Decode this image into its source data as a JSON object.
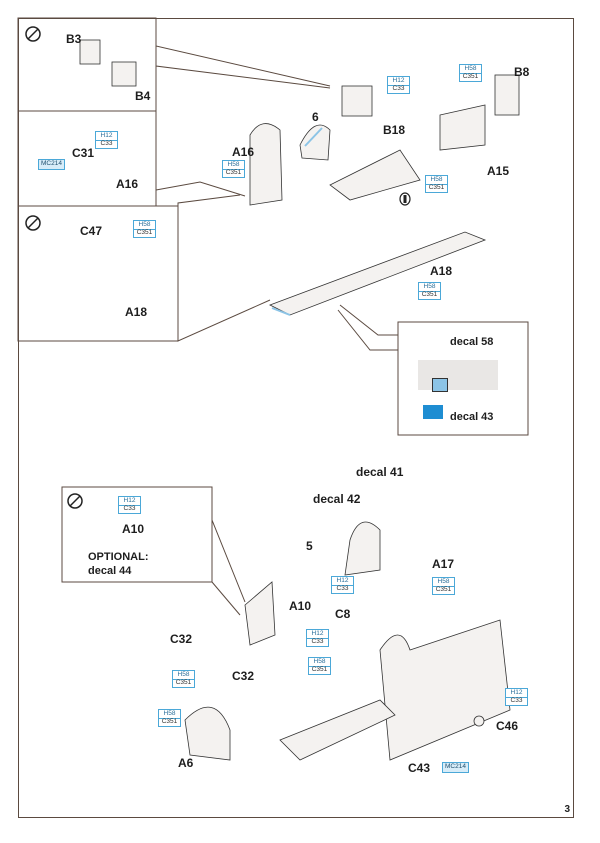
{
  "page": {
    "number": "3"
  },
  "symbols": {
    "glue_prohibited_icon": "no-glue-icon"
  },
  "colors": {
    "paint_box_border": "#4ba8d8",
    "frame": "#5b4a40",
    "accent_blue": "#8cc4e6"
  },
  "insets": {
    "top_left": {
      "parts": [
        "B3",
        "B4"
      ]
    },
    "middle_left": {
      "parts": [
        "C31",
        "A16"
      ],
      "codes": [
        {
          "h": "H12",
          "c": "C33"
        }
      ],
      "single_code": "MC214"
    },
    "lower_left": {
      "parts": [
        "C47",
        "A18"
      ],
      "codes": [
        {
          "h": "H58",
          "c": "C351"
        }
      ]
    },
    "decal_detail": {
      "labels": [
        "decal 58",
        "decal 43"
      ]
    },
    "bottom_left": {
      "part": "A10",
      "code": {
        "h": "H12",
        "c": "C33"
      },
      "optional_title": "OPTIONAL:",
      "optional_text": "decal 44"
    }
  },
  "upper_assembly": {
    "labels": {
      "a16": "A16",
      "six": "6",
      "b18": "B18",
      "b8": "B8",
      "a15": "A15",
      "a18": "A18"
    },
    "codes": {
      "box": {
        "h": "H12",
        "c": "C33"
      },
      "b8": {
        "h": "H58",
        "c": "C351"
      },
      "a16": {
        "h": "H58",
        "c": "C351"
      },
      "b18": {
        "h": "H58",
        "c": "C351"
      },
      "a18": {
        "h": "H58",
        "c": "C351"
      }
    }
  },
  "lower_assembly": {
    "labels": {
      "decal41": "decal 41",
      "decal42": "decal 42",
      "five": "5",
      "a10": "A10",
      "a17": "A17",
      "c8": "C8",
      "c32a": "C32",
      "c32b": "C32",
      "a6": "A6",
      "c43": "C43",
      "c46": "C46"
    },
    "codes": {
      "five": {
        "h": "H12",
        "c": "C33"
      },
      "a17": {
        "h": "H58",
        "c": "C351"
      },
      "c8_top": {
        "h": "H12",
        "c": "C33"
      },
      "c8_bottom": {
        "h": "H58",
        "c": "C351"
      },
      "c32": {
        "h": "H58",
        "c": "C351"
      },
      "a6": {
        "h": "H58",
        "c": "C351"
      },
      "c46": {
        "h": "H12",
        "c": "C33"
      }
    },
    "c43_code": "MC214"
  }
}
